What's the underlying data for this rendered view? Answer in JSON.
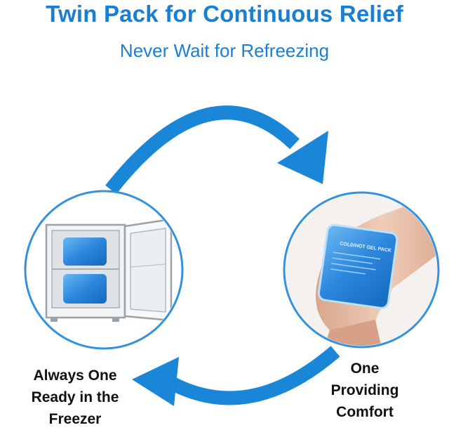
{
  "header": {
    "title": "Twin Pack for Continuous Relief",
    "subtitle": "Never Wait for Refreezing"
  },
  "captions": {
    "freezer_lines": [
      "Always One",
      "Ready in the",
      "Freezer"
    ],
    "comfort_lines": [
      "One",
      "Providing",
      "Comfort"
    ]
  },
  "product_label": "COLD/HOT GEL PACK",
  "colors": {
    "title": "#1a7fd1",
    "subtitle": "#1a7fd1",
    "arrow": "#1a86d8",
    "ring": "#3391de",
    "gel_pack": "#2f8fe0",
    "skin": "#e8bfa8"
  },
  "icons": [
    "arc-arrow-clockwise-icon",
    "arc-arrow-return-icon",
    "freezer-illustration",
    "knee-ice-pack-photo"
  ]
}
